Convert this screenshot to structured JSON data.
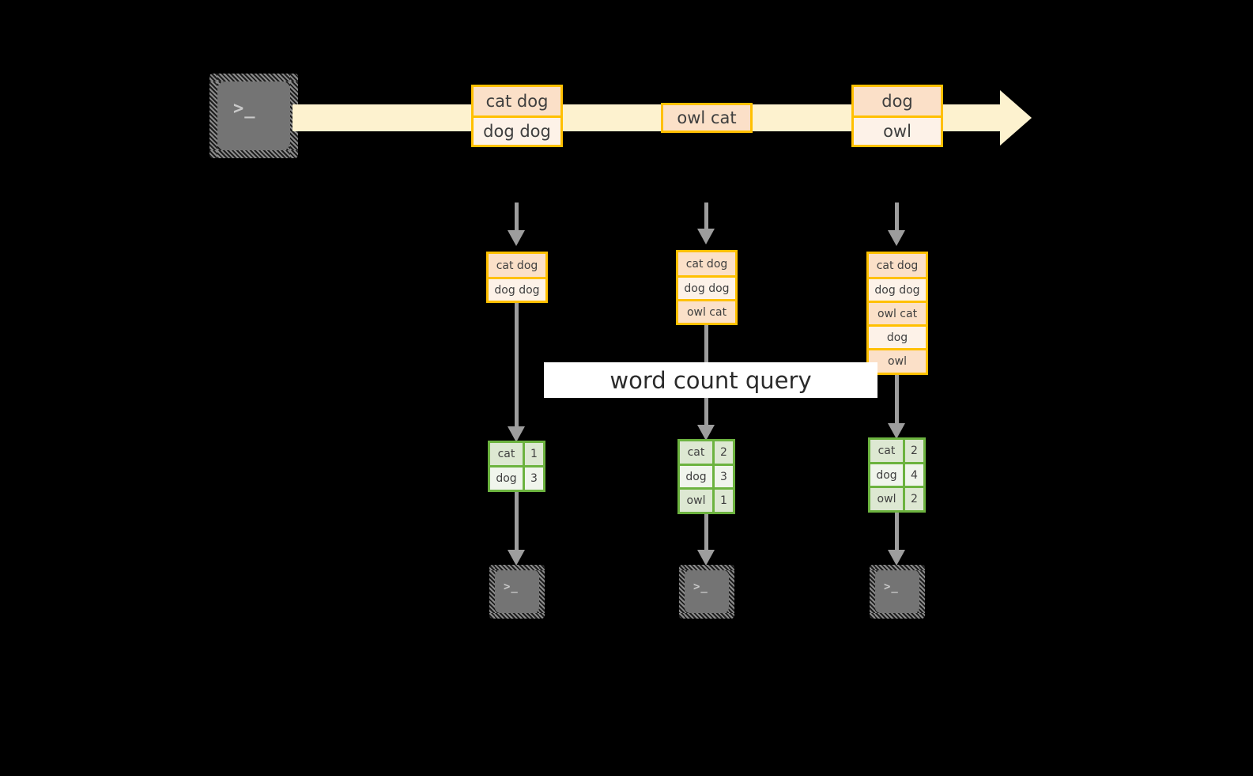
{
  "diagram": {
    "title_label": "word count query",
    "colors": {
      "background": "#000000",
      "stream_fill": "#fdf2cf",
      "message_border": "#ffc000",
      "message_fill_a": "#fbe0c8",
      "message_fill_b": "#fdf2e8",
      "table_border": "#6cb33f",
      "table_fill_a": "#dde8d2",
      "table_fill_b": "#f0f5ec",
      "arrow_gray": "#9d9d9d",
      "terminal_gray": "#747474",
      "label_band": "#ffffff"
    },
    "source": {
      "name": "producer-terminal",
      "glyph": ">_"
    },
    "stream": {
      "name": "event-stream-arrow",
      "messages": [
        {
          "id": "batch-1",
          "rows": [
            "cat dog",
            "dog dog"
          ]
        },
        {
          "id": "batch-2",
          "rows": [
            "owl cat"
          ]
        },
        {
          "id": "batch-3",
          "rows": [
            "dog",
            "owl"
          ]
        }
      ]
    },
    "stages": [
      {
        "id": "stage-1",
        "accumulated": [
          "cat dog",
          "dog dog"
        ],
        "result": {
          "rows": [
            {
              "word": "cat",
              "count": "1"
            },
            {
              "word": "dog",
              "count": "3"
            }
          ]
        },
        "sink": {
          "name": "consumer-terminal-1",
          "glyph": ">_"
        }
      },
      {
        "id": "stage-2",
        "accumulated": [
          "cat dog",
          "dog dog",
          "owl cat"
        ],
        "result": {
          "rows": [
            {
              "word": "cat",
              "count": "2"
            },
            {
              "word": "dog",
              "count": "3"
            },
            {
              "word": "owl",
              "count": "1"
            }
          ]
        },
        "sink": {
          "name": "consumer-terminal-2",
          "glyph": ">_"
        }
      },
      {
        "id": "stage-3",
        "accumulated": [
          "cat dog",
          "dog dog",
          "owl cat",
          "dog",
          "owl"
        ],
        "result": {
          "rows": [
            {
              "word": "cat",
              "count": "2"
            },
            {
              "word": "dog",
              "count": "4"
            },
            {
              "word": "owl",
              "count": "2"
            }
          ]
        },
        "sink": {
          "name": "consumer-terminal-3",
          "glyph": ">_"
        }
      }
    ]
  }
}
